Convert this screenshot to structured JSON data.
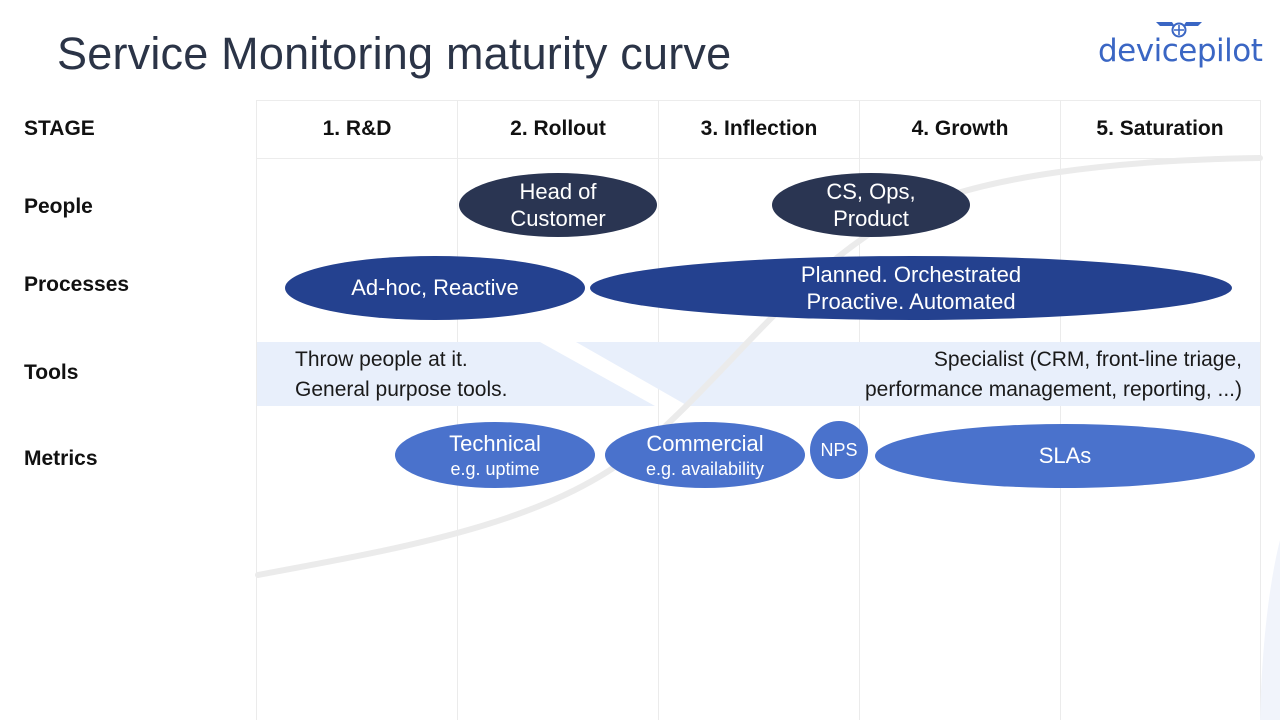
{
  "title": "Service Monitoring maturity curve",
  "logo": {
    "text": "devicepilot"
  },
  "colors": {
    "dark_oval": "#2a3552",
    "navy_oval": "#24418f",
    "metric_oval": "#4a72cc",
    "tools_band": "#e8effb",
    "title": "#2b3447",
    "logo": "#3a66c4"
  },
  "rows": {
    "stage": "STAGE",
    "people": "People",
    "processes": "Processes",
    "tools": "Tools",
    "metrics": "Metrics"
  },
  "stages": [
    "1. R&D",
    "2. Rollout",
    "3. Inflection",
    "4. Growth",
    "5. Saturation"
  ],
  "people": [
    {
      "line1": "Head of",
      "line2": "Customer"
    },
    {
      "line1": "CS, Ops,",
      "line2": "Product"
    }
  ],
  "processes": [
    {
      "line1": "Ad-hoc, Reactive"
    },
    {
      "line1": "Planned. Orchestrated",
      "line2": "Proactive. Automated"
    }
  ],
  "tools": {
    "left": {
      "line1": "Throw people at it.",
      "line2": "General purpose tools."
    },
    "right": {
      "line1": "Specialist (CRM, front-line triage,",
      "line2": "performance management, reporting, ...)"
    }
  },
  "metrics": [
    {
      "title": "Technical",
      "sub": "e.g. uptime"
    },
    {
      "title": "Commercial",
      "sub": "e.g. availability"
    },
    {
      "title": "NPS"
    },
    {
      "title": "SLAs"
    }
  ]
}
